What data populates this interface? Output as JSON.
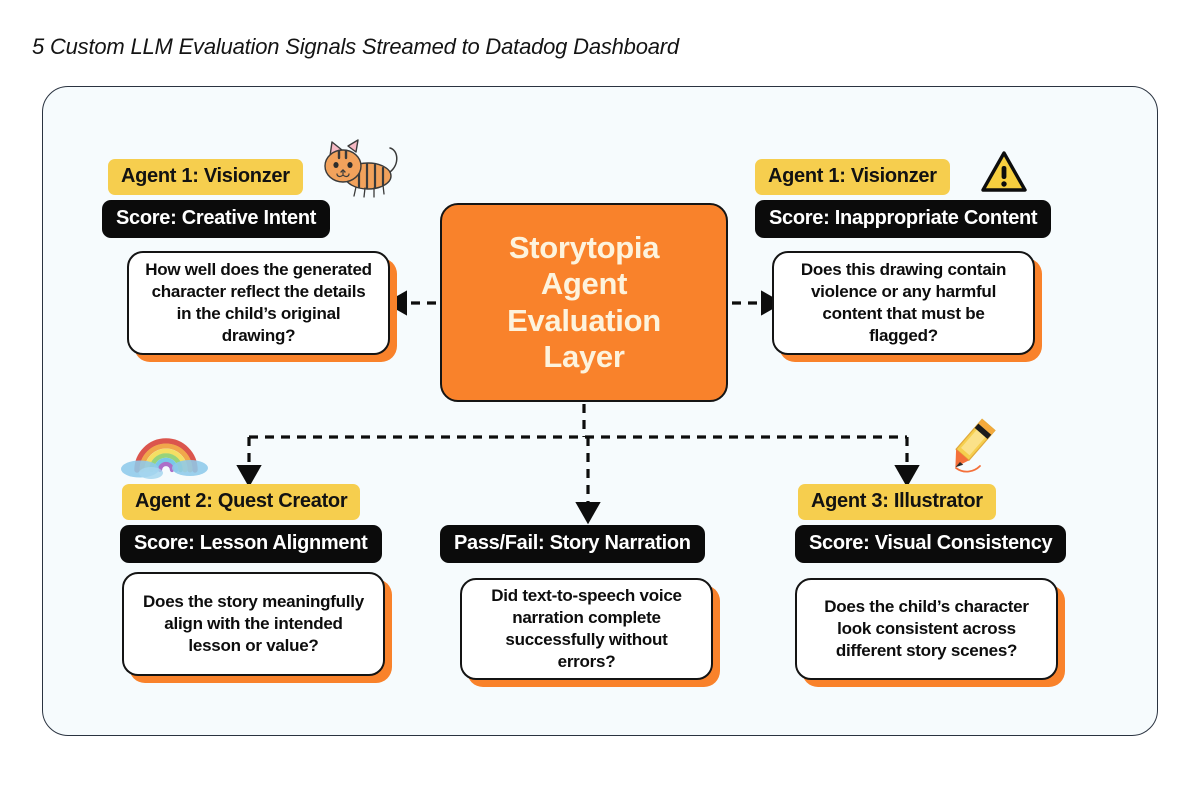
{
  "title": "5 Custom LLM Evaluation Signals Streamed to Datadog Dashboard",
  "colors": {
    "orange": "#F9822B",
    "yellow": "#F6CE4E",
    "black": "#0B0B0B",
    "card_bg": "#FFFFFF",
    "canvas_bg": "#F6FBFD",
    "hub_text": "#FDF3DD"
  },
  "hub": {
    "line1": "Storytopia",
    "line2": "Agent",
    "line3": "Evaluation",
    "line4": "Layer"
  },
  "signals": [
    {
      "id": "creative-intent",
      "agent_label": "Agent 1: Visionzer",
      "score_label": "Score: Creative Intent",
      "question": "How well does the generated character reflect the details in the child’s original drawing?",
      "icon": "cat-doodle-icon",
      "position": "top-left"
    },
    {
      "id": "inappropriate-content",
      "agent_label": "Agent 1: Visionzer",
      "score_label": "Score: Inappropriate Content",
      "question": "Does this drawing contain violence or any harmful content that must be flagged?",
      "icon": "warning-triangle-icon",
      "position": "top-right"
    },
    {
      "id": "lesson-alignment",
      "agent_label": "Agent 2: Quest Creator",
      "score_label": "Score: Lesson Alignment",
      "question": "Does the story meaningfully align with the intended lesson or value?",
      "icon": "rainbow-doodle-icon",
      "position": "bottom-left"
    },
    {
      "id": "story-narration",
      "agent_label": "",
      "score_label": "Pass/Fail: Story Narration",
      "question": "Did text-to-speech voice narration complete successfully without errors?",
      "icon": "",
      "position": "bottom-center"
    },
    {
      "id": "visual-consistency",
      "agent_label": "Agent 3: Illustrator",
      "score_label": "Score: Visual Consistency",
      "question": "Does the child’s character look consistent across different story scenes?",
      "icon": "pencil-doodle-icon",
      "position": "bottom-right"
    }
  ]
}
